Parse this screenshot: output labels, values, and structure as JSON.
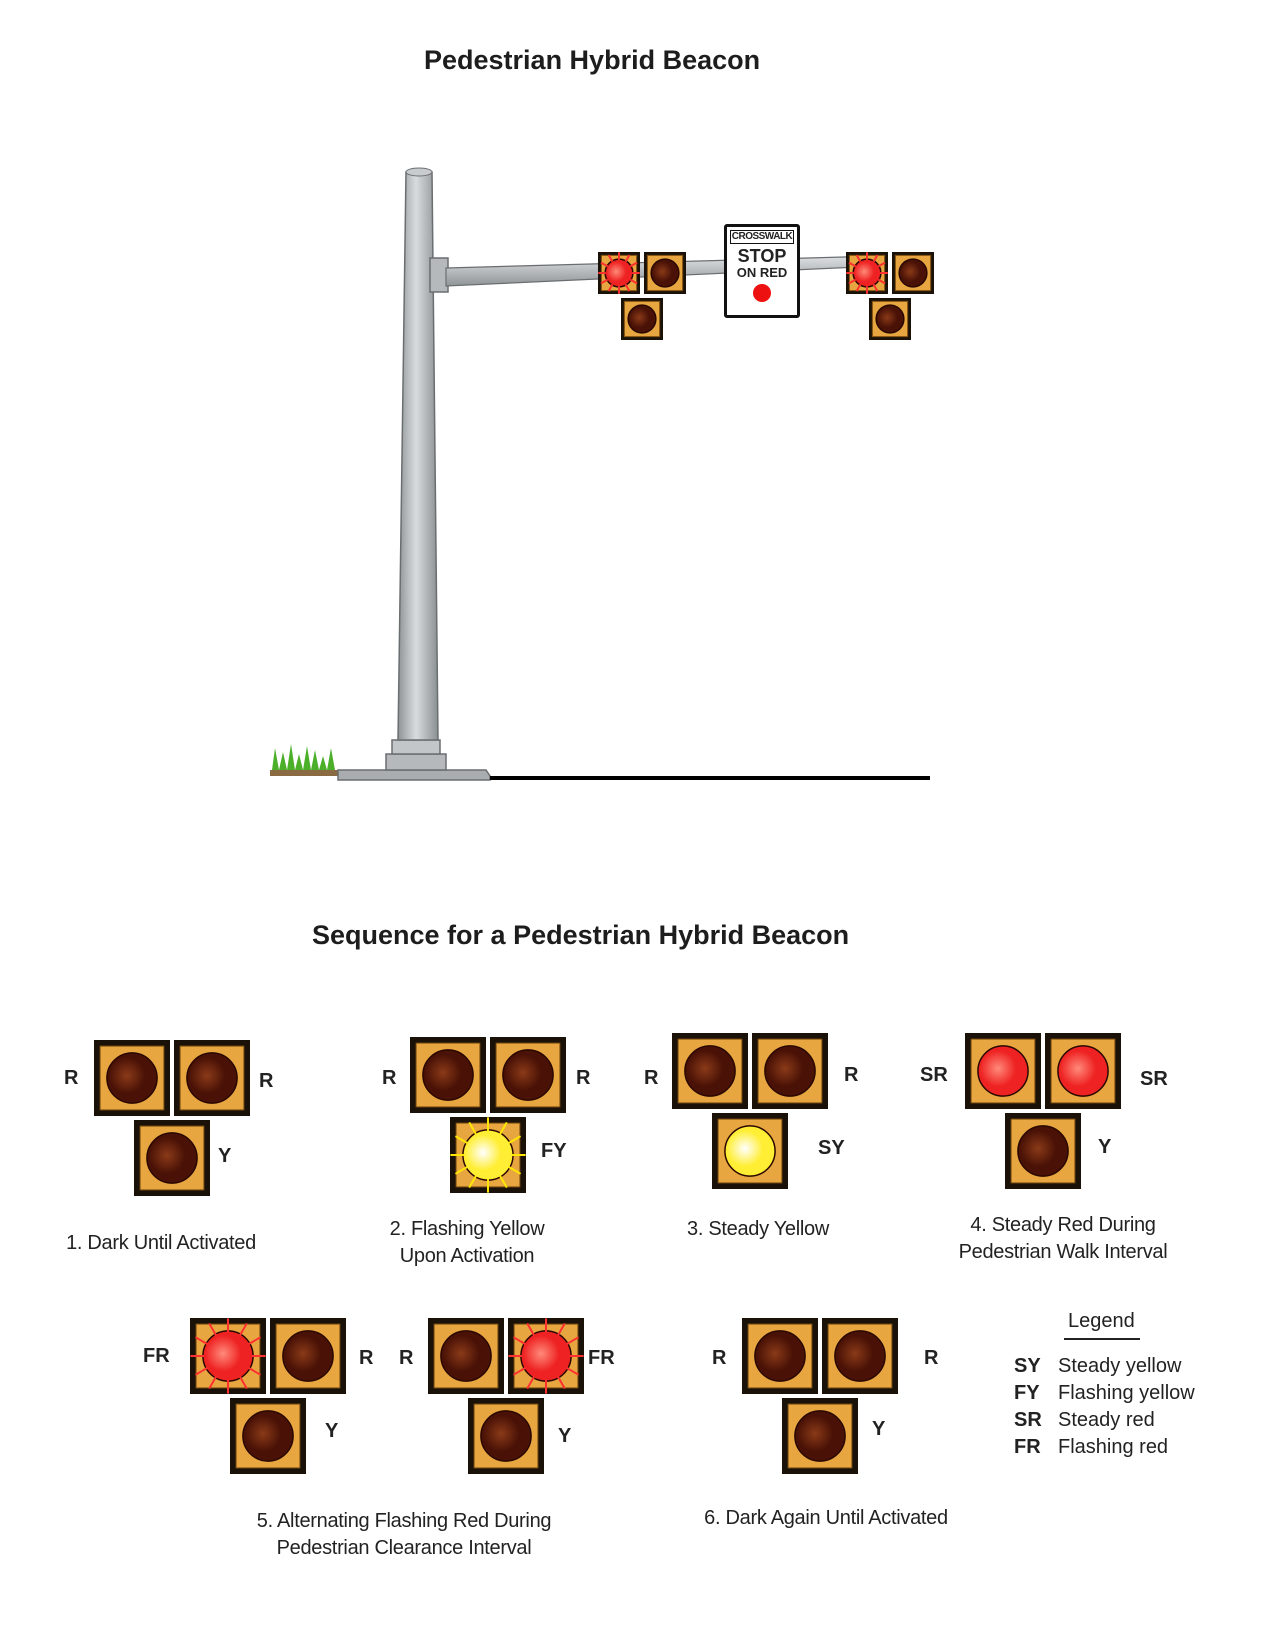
{
  "title": "Pedestrian Hybrid Beacon",
  "sequence_title": "Sequence for a Pedestrian Hybrid Beacon",
  "sign": {
    "top": "CROSSWALK",
    "mid": "STOP",
    "bottom": "ON RED"
  },
  "colors": {
    "frame": "#1a1208",
    "backplate": "#e8a640",
    "dark_lens": "#4a1206",
    "red_lit": "#ee2222",
    "yellow_lit": "#ffee33",
    "pole": "#b5b9bc",
    "grass": "#4caf2a"
  },
  "steps": [
    {
      "caption_lines": [
        "1. Dark Until Activated"
      ],
      "left_label": "R",
      "right_label": "R",
      "bottom_label": "Y",
      "left_state": "dark",
      "right_state": "dark",
      "bottom_state": "dark"
    },
    {
      "caption_lines": [
        "2. Flashing Yellow",
        "Upon Activation"
      ],
      "left_label": "R",
      "right_label": "R",
      "bottom_label": "FY",
      "left_state": "dark",
      "right_state": "dark",
      "bottom_state": "flash-yellow"
    },
    {
      "caption_lines": [
        "3. Steady Yellow"
      ],
      "left_label": "R",
      "right_label": "R",
      "bottom_label": "SY",
      "left_state": "dark",
      "right_state": "dark",
      "bottom_state": "steady-yellow"
    },
    {
      "caption_lines": [
        "4. Steady Red During",
        "Pedestrian Walk Interval"
      ],
      "left_label": "SR",
      "right_label": "SR",
      "bottom_label": "Y",
      "left_state": "steady-red",
      "right_state": "steady-red",
      "bottom_state": "dark"
    },
    {
      "caption_lines": [
        "5. Alternating Flashing Red During",
        "Pedestrian Clearance Interval"
      ],
      "left_label": "FR",
      "right_label": "R",
      "bottom_label": "Y",
      "left_state": "flash-red",
      "right_state": "dark",
      "bottom_state": "dark"
    },
    {
      "caption_lines": [],
      "left_label": "R",
      "right_label": "FR",
      "bottom_label": "Y",
      "left_state": "dark",
      "right_state": "flash-red",
      "bottom_state": "dark"
    },
    {
      "caption_lines": [
        "6. Dark Again Until Activated"
      ],
      "left_label": "R",
      "right_label": "R",
      "bottom_label": "Y",
      "left_state": "dark",
      "right_state": "dark",
      "bottom_state": "dark"
    }
  ],
  "legend": {
    "title": "Legend",
    "items": [
      {
        "code": "SY",
        "text": "Steady yellow"
      },
      {
        "code": "FY",
        "text": "Flashing yellow"
      },
      {
        "code": "SR",
        "text": "Steady red"
      },
      {
        "code": "FR",
        "text": "Flashing red"
      }
    ]
  }
}
